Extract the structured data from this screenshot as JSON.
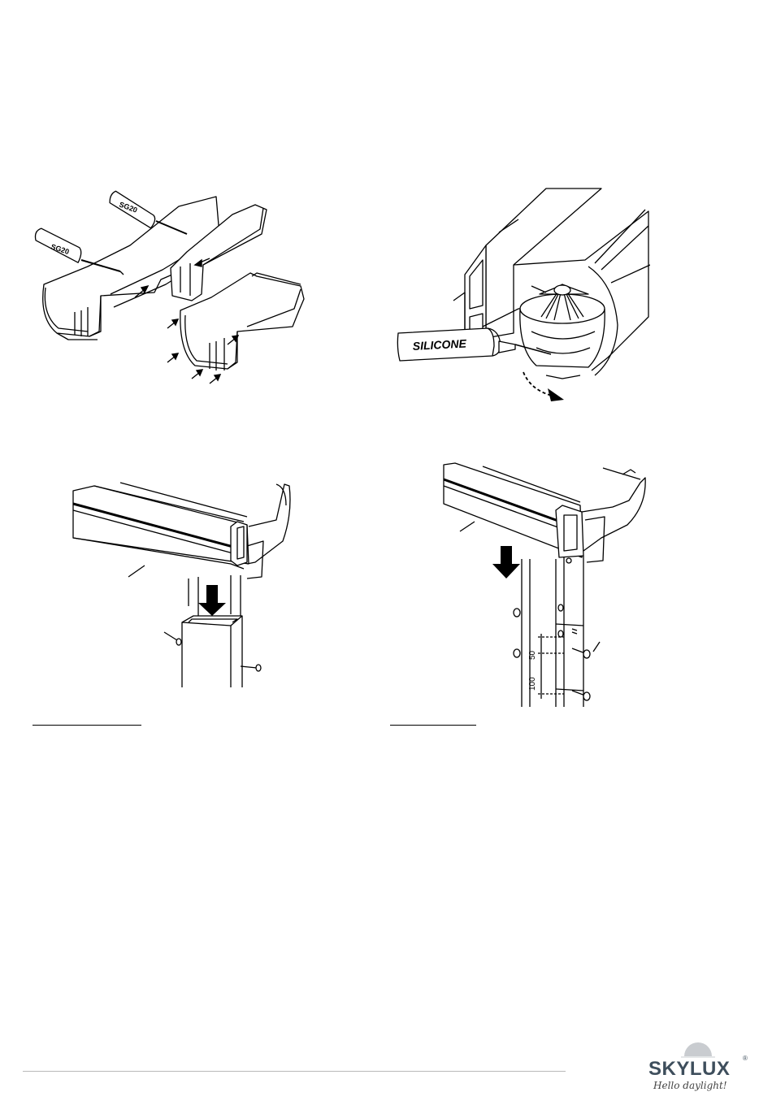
{
  "figures": {
    "gutter_joint": {
      "label_left": "SG20",
      "label_right": "SG20"
    },
    "outlet": {
      "tube_label": "SILICONE"
    },
    "post_top": {},
    "post_bracket": {
      "dim_upper": "50",
      "dim_lower": "100"
    }
  },
  "brand": {
    "name": "SKYLUX",
    "registered": "®",
    "tagline": "Hello daylight!",
    "color": "#3e4e5c"
  },
  "icons": [
    "arrow-icon",
    "screw-icon",
    "sun-logo-icon"
  ]
}
